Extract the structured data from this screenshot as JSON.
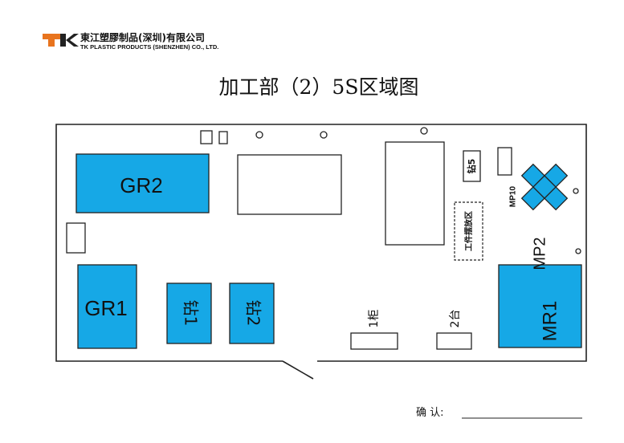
{
  "header": {
    "logo_letters": "TK",
    "company_cn": "東江塑膠制品(深圳)有限公司",
    "company_en": "TK PLASTIC PRODUCTS (SHENZHEN) CO., LTD."
  },
  "title": "加工部（2）5S区域图",
  "zones": {
    "gr2": "GR2",
    "gr1": "GR1",
    "drill1": "钻1",
    "drill2": "钻2",
    "drill5": "钻5",
    "workpiece_area": "工件摆放区",
    "mp10": "MP10",
    "mp2": "MP2",
    "mr1": "MR1",
    "cabinet1": "1柜",
    "table2": "2台"
  },
  "footer": {
    "confirm_label": "确  认:"
  },
  "colors": {
    "zone_blue": "#16a8e6",
    "logo_orange": "#e8741e"
  }
}
